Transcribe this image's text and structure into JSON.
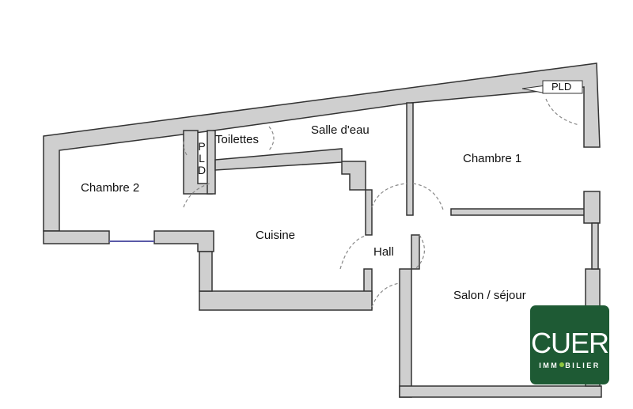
{
  "plan": {
    "rooms": {
      "chambre2": "Chambre 2",
      "toilettes": "Toilettes",
      "salle_eau": "Salle d'eau",
      "chambre1": "Chambre 1",
      "cuisine": "Cuisine",
      "hall": "Hall",
      "salon": "Salon / séjour"
    },
    "closets": {
      "pld_vertical": [
        "P",
        "L",
        "D"
      ],
      "pld_horizontal": "PLD"
    }
  },
  "logo": {
    "brand": "CUER",
    "sub_left": "IMM",
    "sub_right": "BILIER",
    "bg_color": "#1e5a34",
    "dot_color": "#8dc63f"
  }
}
